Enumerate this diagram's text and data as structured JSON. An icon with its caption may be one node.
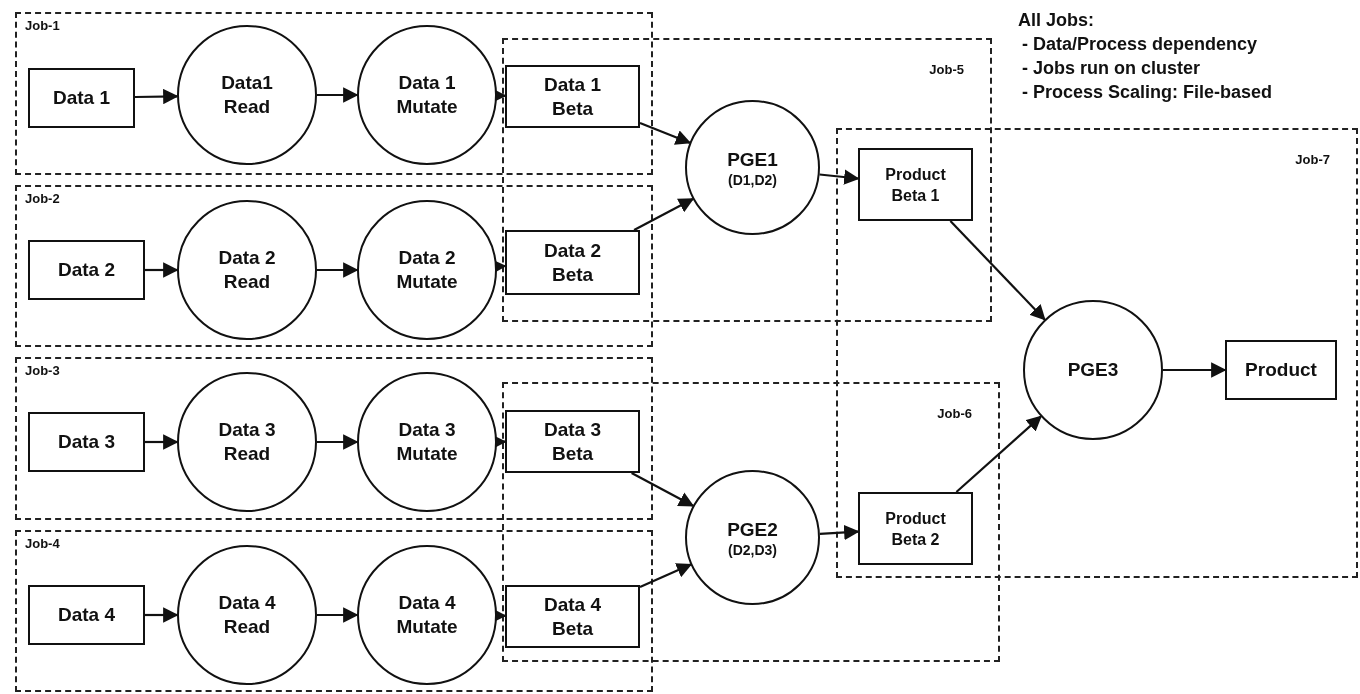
{
  "diagram": {
    "nodes": [
      {
        "text": [
          "Job-1"
        ]
      },
      {
        "text": [
          "Data 1"
        ],
        "in": 0
      },
      {
        "text": [
          "Data1 Read"
        ],
        "in": 0
      },
      {
        "text": [
          "Data 1 Mutate"
        ],
        "in": 0
      },
      {
        "text": [
          "Job-5"
        ]
      },
      {
        "text": [
          "Data 1 Beta"
        ]
      },
      {
        "text": [
          "PGE1",
          "(D1,D2)"
        ],
        "in": 4
      },
      {
        "text": [
          "Job-7"
        ]
      },
      {
        "text": [
          "Product Beta 1"
        ]
      },
      {
        "text": [
          "Job-2"
        ]
      },
      {
        "text": [
          "Data 2"
        ],
        "in": 9
      },
      {
        "text": [
          "Data 2 Read"
        ],
        "in": 9
      },
      {
        "text": [
          "Data 2 Mutate"
        ],
        "in": 9
      },
      {
        "text": [
          "Data 2 Beta"
        ]
      },
      {
        "text": [
          "PGE3"
        ],
        "in": 7
      },
      {
        "text": [
          "Product"
        ],
        "in": 7
      },
      {
        "text": [
          "Job-3"
        ]
      },
      {
        "text": [
          "Data 3"
        ],
        "in": 16
      },
      {
        "text": [
          "Data 3 Read"
        ],
        "in": 16
      },
      {
        "text": [
          "Data 3 Mutate"
        ],
        "in": 16
      },
      {
        "text": [
          "Job-6"
        ]
      },
      {
        "text": [
          "Data 3 Beta"
        ]
      },
      {
        "text": [
          "Job-4"
        ]
      },
      {
        "text": [
          "Data 4"
        ],
        "in": 22
      },
      {
        "text": [
          "Data 4 Read"
        ],
        "in": 22
      },
      {
        "text": [
          "Data 4 Mutate"
        ],
        "in": 22
      },
      {
        "text": [
          "Data 4 Beta"
        ]
      },
      {
        "text": [
          "PGE2",
          "(D2,D3)"
        ],
        "in": 20
      },
      {
        "text": [
          "Product Beta 2"
        ]
      }
    ],
    "edges": [
      {
        "from": 1,
        "to": 2,
        "arrow": "to"
      },
      {
        "from": 2,
        "to": 3,
        "arrow": "to"
      },
      {
        "from": 3,
        "to": 5,
        "arrow": "to"
      },
      {
        "from": 5,
        "to": 6,
        "arrow": "to"
      },
      {
        "from": 10,
        "to": 11,
        "arrow": "to"
      },
      {
        "from": 11,
        "to": 12,
        "arrow": "to"
      },
      {
        "from": 12,
        "to": 13,
        "arrow": "to"
      },
      {
        "from": 13,
        "to": 6,
        "arrow": "to"
      },
      {
        "from": 17,
        "to": 18,
        "arrow": "to"
      },
      {
        "from": 18,
        "to": 19,
        "arrow": "to"
      },
      {
        "from": 19,
        "to": 21,
        "arrow": "to"
      },
      {
        "from": 21,
        "to": 27,
        "arrow": "to"
      },
      {
        "from": 23,
        "to": 24,
        "arrow": "to"
      },
      {
        "from": 24,
        "to": 25,
        "arrow": "to"
      },
      {
        "from": 25,
        "to": 26,
        "arrow": "to"
      },
      {
        "from": 26,
        "to": 27,
        "arrow": "to"
      },
      {
        "from": 6,
        "to": 8,
        "arrow": "to"
      },
      {
        "from": 27,
        "to": 28,
        "arrow": "to"
      },
      {
        "from": 8,
        "to": 14,
        "arrow": "to"
      },
      {
        "from": 28,
        "to": 14,
        "arrow": "to"
      },
      {
        "from": 14,
        "to": 15,
        "arrow": "to"
      }
    ],
    "labels": [
      "All Jobs:",
      "- Data/Process dependency",
      "- Jobs run on cluster",
      "- Process Scaling: File-based"
    ]
  }
}
